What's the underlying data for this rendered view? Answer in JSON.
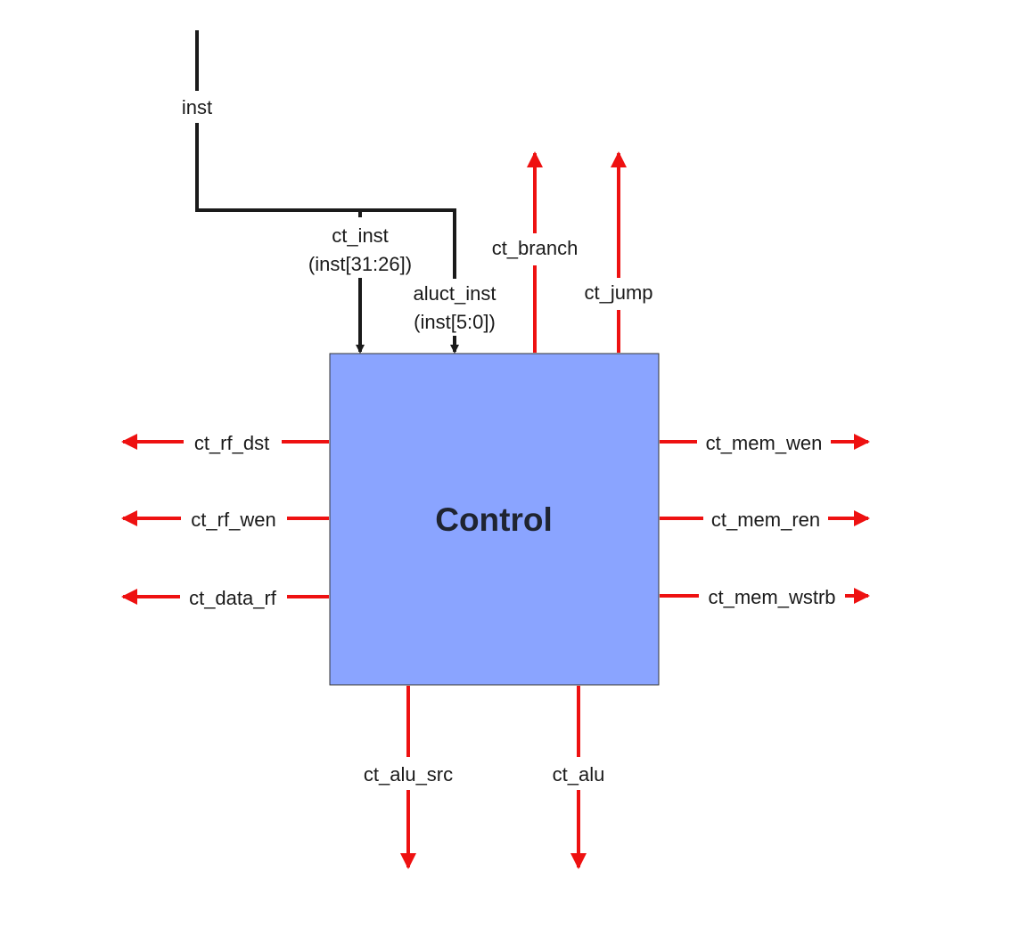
{
  "block": {
    "label": "Control",
    "fill_color": "#8aa4ff",
    "border_color": "#333333"
  },
  "colors": {
    "input_wire": "#1a1a1a",
    "output_wire": "#ee1111"
  },
  "inputs": {
    "inst": "inst",
    "ct_inst_name": "ct_inst",
    "ct_inst_bits": "(inst[31:26])",
    "aluct_inst_name": "aluct_inst",
    "aluct_inst_bits": "(inst[5:0])"
  },
  "outputs": {
    "top": [
      "ct_branch",
      "ct_jump"
    ],
    "left": [
      "ct_rf_dst",
      "ct_rf_wen",
      "ct_data_rf"
    ],
    "right": [
      "ct_mem_wen",
      "ct_mem_ren",
      "ct_mem_wstrb"
    ],
    "bottom": [
      "ct_alu_src",
      "ct_alu"
    ]
  }
}
